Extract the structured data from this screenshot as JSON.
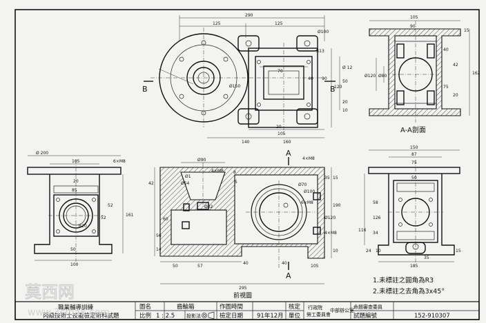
{
  "views": {
    "top": {
      "label": "",
      "dims": [
        "290",
        "125",
        "125",
        "R13",
        "Ø100",
        "Ø150",
        "70",
        "40",
        "90",
        "140",
        "20",
        "160",
        "105",
        "20",
        "Ø 12",
        "120",
        "50",
        "10"
      ],
      "section_mark_left": "B",
      "section_mark_right": "B"
    },
    "section_aa": {
      "label": "A-A剖面",
      "dims": [
        "105",
        "90",
        "15",
        "Ø120",
        "Ø80",
        "162",
        "42",
        "20",
        "40",
        "75"
      ]
    },
    "front": {
      "label": "前視圖",
      "dims": [
        "Ø90",
        "4×M8",
        "Ø54",
        "Ø32",
        "4×M8",
        "Ø100",
        "Ø70",
        "Ø120",
        "4×M8",
        "42",
        "40",
        "56",
        "14",
        "57",
        "50",
        "190",
        "10",
        "40",
        "15",
        "295",
        "6×M8",
        "60",
        "35",
        "8",
        "105",
        "Ø1",
        "5"
      ],
      "section_mark_top": "A",
      "section_mark_bottom": "A"
    },
    "left": {
      "label": "",
      "dims": [
        "Ø 200",
        "105",
        "6×M8",
        "85",
        "20",
        "52",
        "161",
        "52",
        "R20",
        "100",
        "50"
      ]
    },
    "right": {
      "label": "",
      "dims": [
        "150",
        "87",
        "75",
        "50",
        "58",
        "126",
        "116",
        "34",
        "10",
        "15",
        "35",
        "24",
        "185"
      ]
    }
  },
  "notes": [
    "1.未標註之圓角為R3",
    "2.未標註之去角為3x45°"
  ],
  "title_block": {
    "school_line1": "職業輔導訓練",
    "school_line2": "丙級技術士技能檢定術科試題",
    "name_label": "圖名",
    "name_value": "齒輪箱",
    "scale_label": "比例",
    "scale_value": "1 : 2.5",
    "projection_label": "投影法",
    "time_label": "作圖時間",
    "date_label": "檢定日期",
    "date_value": "91年12月",
    "checker_label": "核定",
    "unit_label": "單位",
    "org1": "行政院",
    "org2": "勞工委員會",
    "org3": "中部辦公室",
    "committee": "命題審查委員",
    "exam_no_label": "試題編號",
    "exam_no_value": "152-910307"
  },
  "watermark": {
    "text": "莫西网",
    "url": "www.3cmax.com"
  }
}
